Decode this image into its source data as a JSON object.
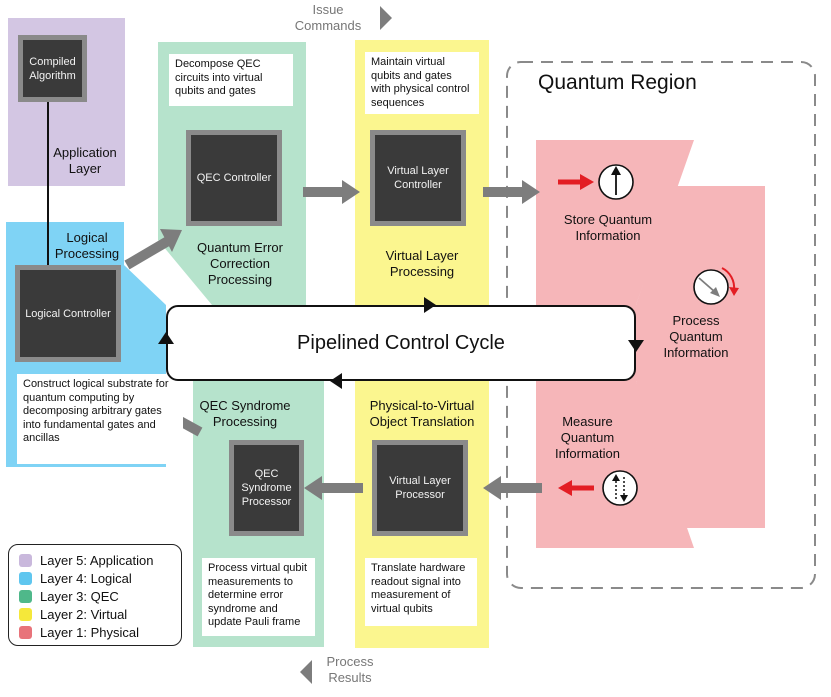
{
  "top": {
    "issue_line1": "Issue",
    "issue_line2": "Commands"
  },
  "bottom": {
    "process_line1": "Process",
    "process_line2": "Results"
  },
  "application": {
    "box": "Compiled Algorithm",
    "label_line1": "Application",
    "label_line2": "Layer"
  },
  "logical": {
    "label_line1": "Logical",
    "label_line2": "Processing",
    "box": "Logical Controller",
    "note": "Construct logical substrate for quantum computing by decomposing arbitrary gates into fundamental gates and ancillas"
  },
  "qec_top": {
    "note": "Decompose QEC circuits into virtual qubits and gates",
    "box": "QEC Controller",
    "label_line1": "Quantum Error",
    "label_line2": "Correction",
    "label_line3": "Processing"
  },
  "virtual_top": {
    "note": "Maintain virtual qubits and gates with physical control sequences",
    "box": "Virtual Layer Controller",
    "label_line1": "Virtual Layer",
    "label_line2": "Processing"
  },
  "cycle": {
    "label": "Pipelined Control Cycle"
  },
  "qec_bottom": {
    "label_line1": "QEC Syndrome",
    "label_line2": "Processing",
    "box": "QEC Syndrome Processor",
    "note": "Process virtual qubit measurements to determine error syndrome and update Pauli frame"
  },
  "virtual_bottom": {
    "label_line1": "Physical-to-Virtual",
    "label_line2": "Object Translation",
    "box": "Virtual Layer Processor",
    "note": "Translate hardware readout signal into measurement of virtual qubits"
  },
  "quantum": {
    "title": "Quantum Region",
    "store_line1": "Store Quantum",
    "store_line2": "Information",
    "process_line1": "Process",
    "process_line2": "Quantum",
    "process_line3": "Information",
    "measure_line1": "Measure",
    "measure_line2": "Quantum",
    "measure_line3": "Information"
  },
  "legend": [
    {
      "label": "Layer 5: Application",
      "color": "#c9b8dc"
    },
    {
      "label": "Layer 4: Logical",
      "color": "#5fc6ef"
    },
    {
      "label": "Layer 3: QEC",
      "color": "#4fb88a"
    },
    {
      "label": "Layer 2: Virtual",
      "color": "#f5e83a"
    },
    {
      "label": "Layer 1: Physical",
      "color": "#e8737a"
    }
  ],
  "colors": {
    "application": "#d3c6e3",
    "logical": "#7fd3f5",
    "qec": "#b6e3cc",
    "virtual": "#fbf68f",
    "physical": "#f6b6b9",
    "box": "#3a3a3a",
    "box_border": "#8a8a8a",
    "arrow": "#7d7d7d",
    "red_arrow": "#e31e24"
  }
}
